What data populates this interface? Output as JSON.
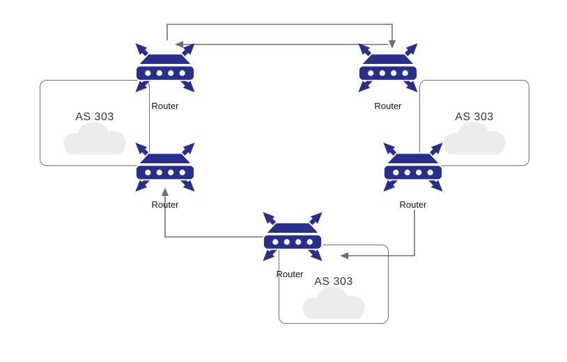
{
  "colors": {
    "router_fill": "#272e8c",
    "edge_stroke": "#6e6e6e",
    "box_border": "#6e6e6e",
    "cloud_fill": "#ececec",
    "label_text": "#333333",
    "background": "#ffffff"
  },
  "nodes": {
    "routers": [
      {
        "id": "router-top-left",
        "label": "Router"
      },
      {
        "id": "router-top-right",
        "label": "Router"
      },
      {
        "id": "router-mid-left",
        "label": "Router"
      },
      {
        "id": "router-mid-right",
        "label": "Router"
      },
      {
        "id": "router-bottom",
        "label": "Router"
      }
    ],
    "as_clouds": [
      {
        "id": "as-left",
        "label": "AS 303"
      },
      {
        "id": "as-right",
        "label": "AS 303"
      },
      {
        "id": "as-bottom",
        "label": "AS 303"
      }
    ]
  },
  "edges": [
    {
      "from": "router-top-left",
      "to": "router-top-right",
      "arrow": "to"
    },
    {
      "from": "router-top-right",
      "to": "router-top-left",
      "arrow": "to"
    },
    {
      "from": "router-bottom",
      "to": "router-mid-left",
      "arrow": "to"
    },
    {
      "from": "router-mid-right",
      "to": "router-bottom",
      "arrow": "to"
    }
  ]
}
